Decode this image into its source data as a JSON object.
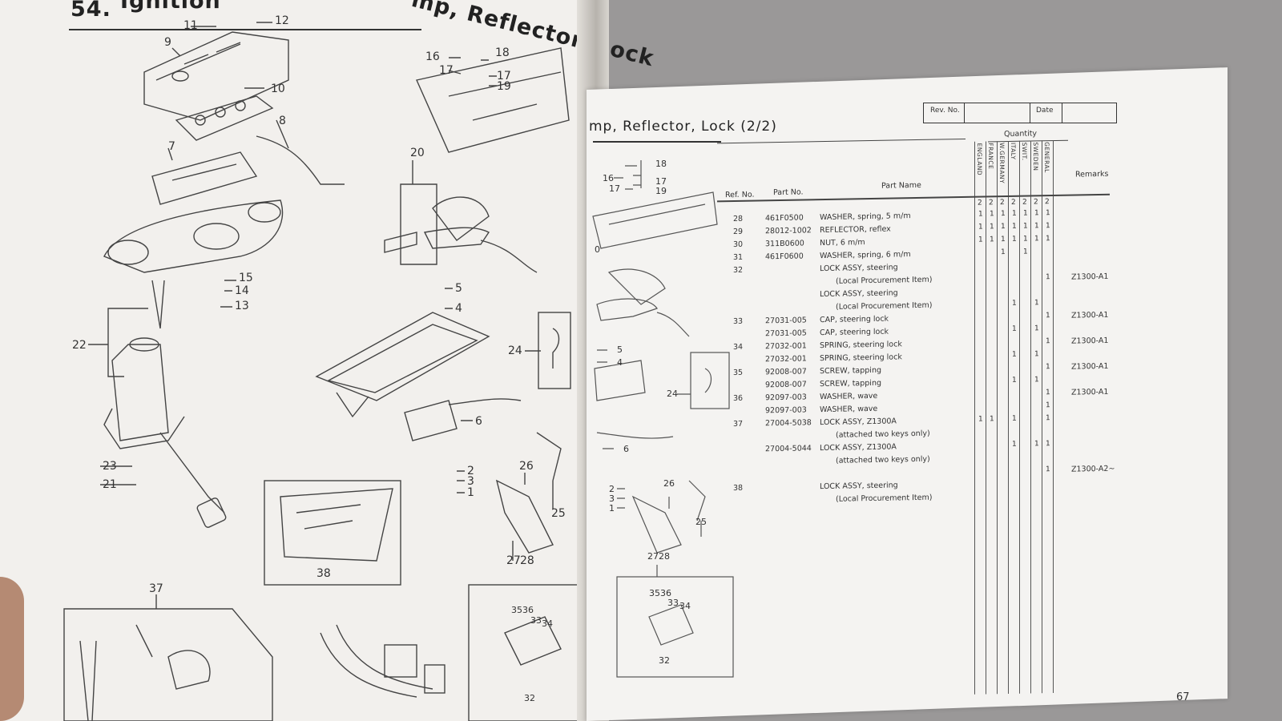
{
  "left_page": {
    "heading_number": "54.",
    "heading_part1": "Ignition",
    "heading_part2": "mp, Reflector, Lock",
    "callouts": [
      "11",
      "12",
      "9",
      "10",
      "8",
      "7",
      "20",
      "16",
      "17",
      "18",
      "17",
      "19",
      "15",
      "14",
      "13",
      "22",
      "5",
      "4",
      "24",
      "6",
      "23",
      "21",
      "26",
      "2",
      "3",
      "1",
      "25",
      "38",
      "27",
      "28",
      "37",
      "35",
      "36",
      "33",
      "34",
      "32"
    ]
  },
  "right_page": {
    "title": "mp, Reflector, Lock",
    "title_suffix": "(2/2)",
    "rev_label": "Rev. No.",
    "date_label": "Date",
    "diagram_callouts": [
      "18",
      "16",
      "17",
      "17",
      "19",
      "0",
      "5",
      "4",
      "24",
      "6",
      "26",
      "2",
      "3",
      "1",
      "25",
      "27",
      "28",
      "35",
      "36",
      "33",
      "34",
      "32"
    ],
    "quantity_label": "Quantity",
    "columns": {
      "ref_no": "Ref. No.",
      "part_no": "Part No.",
      "part_name": "Part Name",
      "remarks": "Remarks"
    },
    "markets": [
      "ENGLAND",
      "FRANCE",
      "W.GERMANY",
      "ITALY",
      "SWIT.",
      "SWEDEN",
      "GENERAL"
    ],
    "header_qty": [
      "2",
      "2",
      "2",
      "2",
      "2",
      "2",
      "2"
    ],
    "rows": [
      {
        "ref": "28",
        "part": "461F0500",
        "name": "WASHER, spring, 5 m/m",
        "qty": [
          "1",
          "1",
          "1",
          "1",
          "1",
          "1",
          "1"
        ],
        "remarks": ""
      },
      {
        "ref": "29",
        "part": "28012-1002",
        "name": "REFLECTOR, reflex",
        "qty": [
          "1",
          "1",
          "1",
          "1",
          "1",
          "1",
          "1"
        ],
        "remarks": ""
      },
      {
        "ref": "30",
        "part": "311B0600",
        "name": "NUT, 6 m/m",
        "qty": [
          "1",
          "1",
          "1",
          "1",
          "1",
          "1",
          "1"
        ],
        "remarks": ""
      },
      {
        "ref": "31",
        "part": "461F0600",
        "name": "WASHER, spring, 6 m/m",
        "qty": [
          "",
          "",
          "1",
          "",
          "1",
          "",
          ""
        ],
        "remarks": ""
      },
      {
        "ref": "32",
        "part": "",
        "name": "LOCK ASSY, steering",
        "qty": [
          "",
          "",
          "",
          "",
          "",
          "",
          ""
        ],
        "remarks": ""
      },
      {
        "ref": "",
        "part": "",
        "name": "(Local Procurement Item)",
        "qty": [
          "",
          "",
          "",
          "",
          "",
          "",
          "1"
        ],
        "remarks": "Z1300-A1"
      },
      {
        "ref": "",
        "part": "",
        "name": "LOCK ASSY, steering",
        "qty": [
          "",
          "",
          "",
          "",
          "",
          "",
          ""
        ],
        "remarks": ""
      },
      {
        "ref": "",
        "part": "",
        "name": "(Local Procurement Item)",
        "qty": [
          "",
          "",
          "",
          "1",
          "",
          "1",
          ""
        ],
        "remarks": ""
      },
      {
        "ref": "33",
        "part": "27031-005",
        "name": "CAP, steering lock",
        "qty": [
          "",
          "",
          "",
          "",
          "",
          "",
          "1"
        ],
        "remarks": "Z1300-A1"
      },
      {
        "ref": "",
        "part": "27031-005",
        "name": "CAP, steering lock",
        "qty": [
          "",
          "",
          "",
          "1",
          "",
          "1",
          ""
        ],
        "remarks": ""
      },
      {
        "ref": "34",
        "part": "27032-001",
        "name": "SPRING, steering lock",
        "qty": [
          "",
          "",
          "",
          "",
          "",
          "",
          "1"
        ],
        "remarks": "Z1300-A1"
      },
      {
        "ref": "",
        "part": "27032-001",
        "name": "SPRING, steering lock",
        "qty": [
          "",
          "",
          "",
          "1",
          "",
          "1",
          ""
        ],
        "remarks": ""
      },
      {
        "ref": "35",
        "part": "92008-007",
        "name": "SCREW, tapping",
        "qty": [
          "",
          "",
          "",
          "",
          "",
          "",
          "1"
        ],
        "remarks": "Z1300-A1"
      },
      {
        "ref": "",
        "part": "92008-007",
        "name": "SCREW, tapping",
        "qty": [
          "",
          "",
          "",
          "1",
          "",
          "1",
          ""
        ],
        "remarks": ""
      },
      {
        "ref": "36",
        "part": "92097-003",
        "name": "WASHER, wave",
        "qty": [
          "",
          "",
          "",
          "",
          "",
          "",
          "1"
        ],
        "remarks": "Z1300-A1"
      },
      {
        "ref": "",
        "part": "92097-003",
        "name": "WASHER, wave",
        "qty": [
          "",
          "",
          "",
          "",
          "",
          "",
          "1"
        ],
        "remarks": ""
      },
      {
        "ref": "37",
        "part": "27004-5038",
        "name": "LOCK ASSY, Z1300A",
        "qty": [
          "1",
          "1",
          "",
          "1",
          "",
          "",
          "1"
        ],
        "remarks": ""
      },
      {
        "ref": "",
        "part": "",
        "name": "(attached two keys only)",
        "qty": [
          "",
          "",
          "",
          "",
          "",
          "",
          ""
        ],
        "remarks": ""
      },
      {
        "ref": "",
        "part": "27004-5044",
        "name": "LOCK ASSY, Z1300A",
        "qty": [
          "",
          "",
          "",
          "1",
          "",
          "1",
          "1"
        ],
        "remarks": ""
      },
      {
        "ref": "",
        "part": "",
        "name": "(attached two keys only)",
        "qty": [
          "",
          "",
          "",
          "",
          "",
          "",
          ""
        ],
        "remarks": ""
      },
      {
        "ref": "",
        "part": "",
        "name": "",
        "qty": [
          "",
          "",
          "",
          "",
          "",
          "",
          "1"
        ],
        "remarks": "Z1300-A2~"
      },
      {
        "ref": "38",
        "part": "",
        "name": "LOCK ASSY, steering",
        "qty": [
          "",
          "",
          "",
          "",
          "",
          "",
          ""
        ],
        "remarks": ""
      },
      {
        "ref": "",
        "part": "",
        "name": "(Local Procurement Item)",
        "qty": [
          "",
          "",
          "",
          "",
          "",
          "",
          ""
        ],
        "remarks": ""
      }
    ],
    "page_number": "67"
  }
}
